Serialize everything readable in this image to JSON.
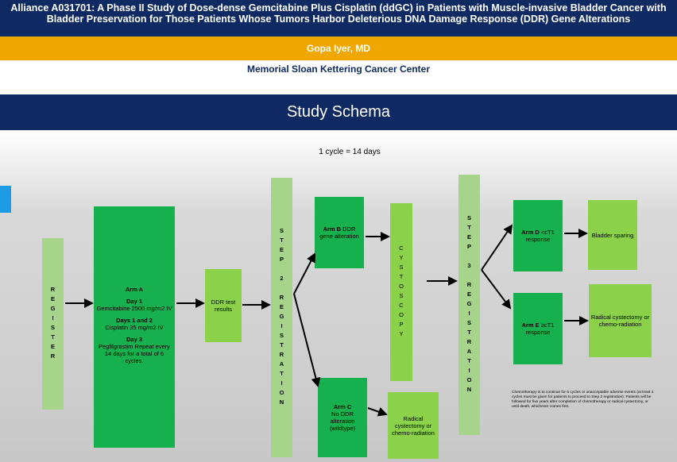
{
  "header": {
    "title": "Alliance A031701: A Phase II Study of Dose-dense Gemcitabine Plus Cisplatin (ddGC) in Patients with Muscle-invasive Bladder Cancer with Bladder Preservation for Those Patients Whose Tumors Harbor Deleterious DNA Damage Response (DDR) Gene Alterations",
    "author": "Gopa Iyer, MD",
    "institution": "Memorial Sloan Kettering Cancer Center",
    "section": "Study Schema"
  },
  "schema": {
    "cycle_note": "1 cycle = 14 days",
    "register": "REGISTER",
    "arm_a": {
      "title": "Arm A",
      "day1_label": "Day 1",
      "day1_text": "Gemcitabine 2500 mg/m2 IV",
      "day12_label": "Days 1 and 2",
      "day12_text": "Cisplatin 35 mg/m2 IV",
      "day3_label": "Day 3",
      "day3_text": "Pegfilgrastim Repeat every 14 days for a total of 6 cycles."
    },
    "ddr_test": "DDR test results",
    "step2": "STEP 2 REGISTRATION",
    "arm_b_label": "Arm B",
    "arm_b_text": "DDR gene alteration",
    "cystoscopy": "CYSTOSCOPY",
    "arm_c_label": "Arm C",
    "arm_c_text": "No DDR alteration (wildtype)",
    "arm_c_outcome": "Radical cystectomy or chemo-radiation",
    "step3": "STEP 3 REGISTRATION",
    "arm_d_label": "Arm D",
    "arm_d_text": "<cT1 response",
    "arm_d_outcome": "Bladder sparing",
    "arm_e_label": "Arm E",
    "arm_e_text": "≥cT1 response",
    "arm_e_outcome": "Radical cystectomy or chemo-radiation",
    "footnote": "Chemotherapy is to continue for 6 cycles or unacceptable adverse events (at least 4 cycles must be given for patients to proceed to Step 2 registration). Patients will be followed for five years after completion of chemotherapy or radical cystectomy, or until death, whichever comes first."
  },
  "colors": {
    "navy": "#0f2a63",
    "gold": "#f0a800",
    "light_green": "#a6d48b",
    "dark_green": "#17b04f",
    "bright_green": "#8bd14a"
  }
}
